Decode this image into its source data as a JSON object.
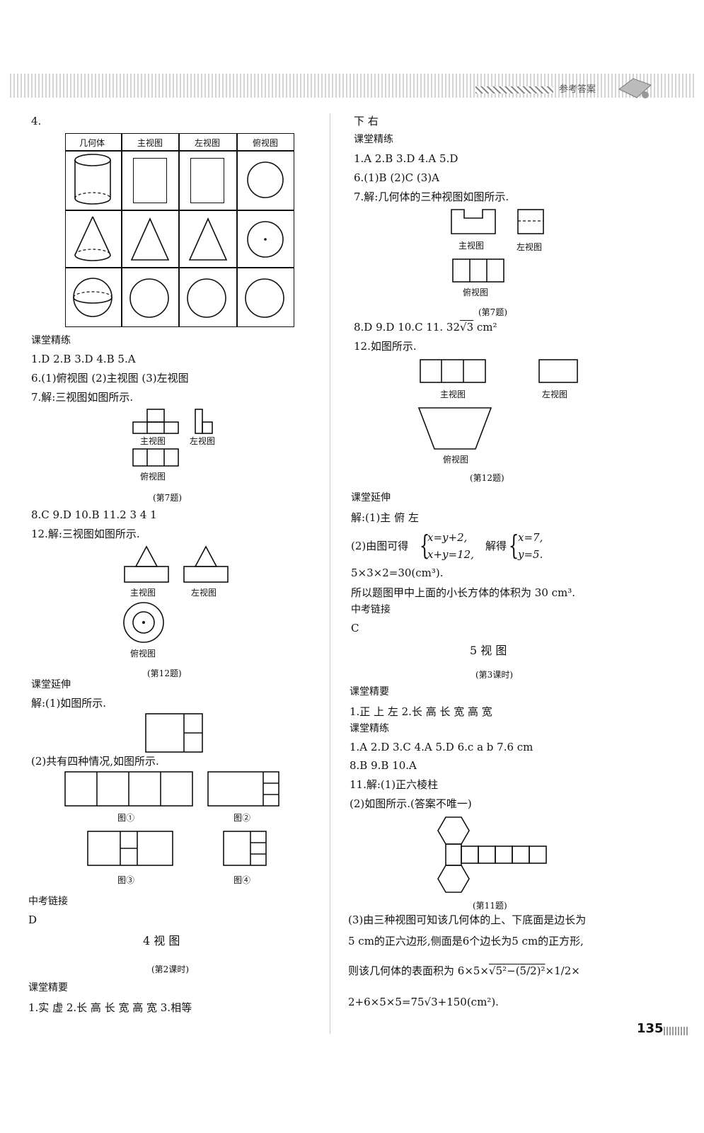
{
  "header": {
    "label": "参考答案"
  },
  "page_number": "135",
  "left": {
    "q4": "4.",
    "table": {
      "headers": [
        "几何体",
        "主视图",
        "左视图",
        "俯视图"
      ]
    },
    "s1": "课堂精练",
    "a1": "1.D  2.B  3.D  4.B  5.A",
    "a6": "6.(1)俯视图  (2)主视图  (3)左视图",
    "a7": "7.解:三视图如图所示.",
    "fig7": {
      "front": "主视图",
      "left": "左视图",
      "top": "俯视图",
      "caption": "(第7题)"
    },
    "a8": "8.C  9.D  10.B  11.2  3  4  1",
    "a12": "12.解:三视图如图所示.",
    "fig12": {
      "front": "主视图",
      "left": "左视图",
      "top": "俯视图",
      "caption": "(第12题)"
    },
    "s2": "课堂延伸",
    "e1": "解:(1)如图所示.",
    "e2": "(2)共有四种情况,如图所示.",
    "figs": [
      "图①",
      "图②",
      "图③",
      "图④"
    ],
    "s3": "中考链接",
    "ans": "D",
    "title": "4  视  图",
    "sub": "(第2课时)",
    "s4": "课堂精要",
    "k1": "1.实  虚  2.长  高  长  宽  高  宽  3.相等"
  },
  "right": {
    "r0": "下  右",
    "s1": "课堂精练",
    "a1": "1.A  2.B  3.D  4.A  5.D",
    "a6": "6.(1)B  (2)C  (3)A",
    "a7": "7.解:几何体的三种视图如图所示.",
    "fig7": {
      "front": "主视图",
      "left": "左视图",
      "top": "俯视图",
      "caption": "(第7题)"
    },
    "a8_pre": "8.D  9.D  10.C  11.  32",
    "a8_rad": "3",
    "a8_post": " cm²",
    "a12": "12.如图所示.",
    "fig12": {
      "front": "主视图",
      "left": "左视图",
      "top": "俯视图",
      "caption": "(第12题)"
    },
    "s2": "课堂延伸",
    "e1": "解:(1)主  俯  左",
    "e2_pre": "(2)由图可得",
    "sys1a": "x=y+2,",
    "sys1b": "x+y=12,",
    "e2_mid": "解得",
    "sys2a": "x=7,",
    "sys2b": "y=5.",
    "e3": "5×3×2=30(cm³).",
    "e4": "所以题图甲中上面的小长方体的体积为 30 cm³.",
    "s3": "中考链接",
    "ans": "C",
    "title": "5  视  图",
    "sub": "(第3课时)",
    "s4": "课堂精要",
    "k1": "1.正  上  左  2.长  高  长  宽  高  宽",
    "s5": "课堂精练",
    "b1": "1.A  2.D  3.C  4.A  5.D  6.c  a  b  7.6 cm",
    "b2": "8.B  9.B  10.A",
    "b3": "11.解:(1)正六棱柱",
    "b4": "(2)如图所示.(答案不唯一)",
    "fig11": {
      "caption": "(第11题)"
    },
    "b5": "(3)由三种视图可知该几何体的上、下底面是边长为",
    "b6": "5 cm的正六边形,侧面是6个边长为5 cm的正方形,",
    "b7_pre": "则该几何体的表面积为 6×5×",
    "b7_rad": "5²−(5/2)²",
    "b7_post": "×1/2×",
    "b8": "2+6×5×5=75√3+150(cm²)."
  }
}
